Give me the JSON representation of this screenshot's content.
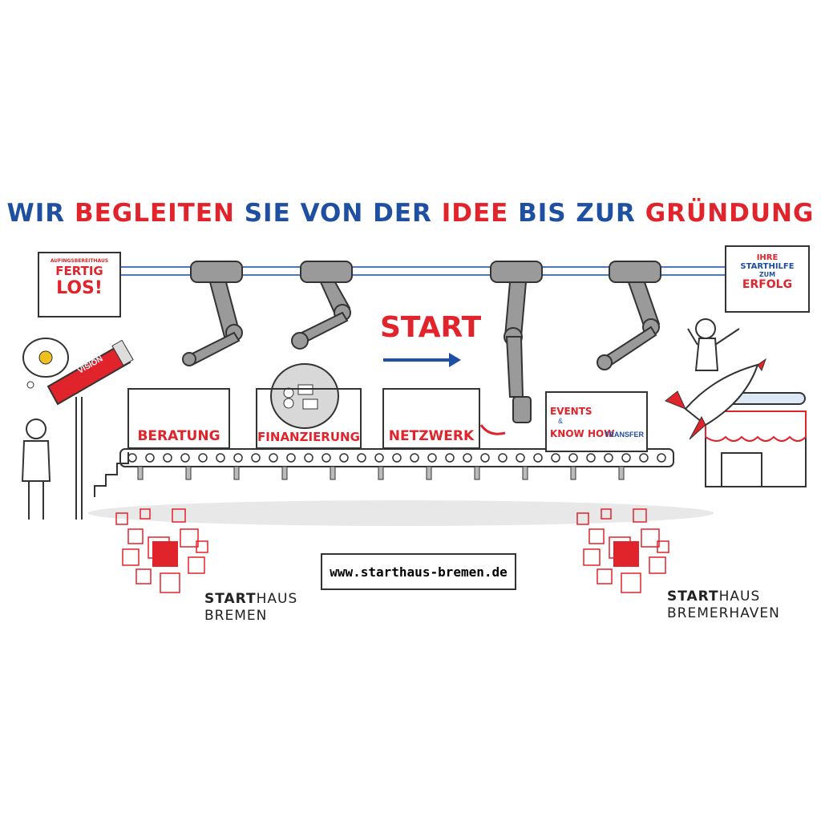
{
  "headline": {
    "w1": "WIR",
    "w2": "BEGLEITEN",
    "w3": "SIE VON DER",
    "w4": "IDEE",
    "w5": "BIS ZUR",
    "w6": "GRÜNDUNG"
  },
  "sign_left": {
    "small": "AUFINGSBEREITHAUS",
    "line1": "FERTIG",
    "line2": "LOS!"
  },
  "sign_right": {
    "line1": "IHRE",
    "line2": "STARTHILFE",
    "line3": "ZUM",
    "line4": "ERFOLG"
  },
  "telescope_label": "VISION",
  "start_label": "START",
  "stations": [
    {
      "label": "BERATUNG"
    },
    {
      "label": "FINANZIERUNG"
    },
    {
      "label": "NETZWERK"
    },
    {
      "label_line1": "EVENTS",
      "amp": "&",
      "label_line2": "KNOW HOW",
      "label_line3": "TRANSFER"
    }
  ],
  "url": "www.starthaus-bremen.de",
  "logo_bremen": {
    "bold": "START",
    "light": "HAUS",
    "line2": "BREMEN"
  },
  "logo_bremerhaven": {
    "bold": "START",
    "light": "HAUS",
    "line2": "BREMERHAVEN"
  },
  "colors": {
    "red": "#e1232b",
    "blue": "#1f4fa0",
    "robot": "#9a9a9a"
  }
}
